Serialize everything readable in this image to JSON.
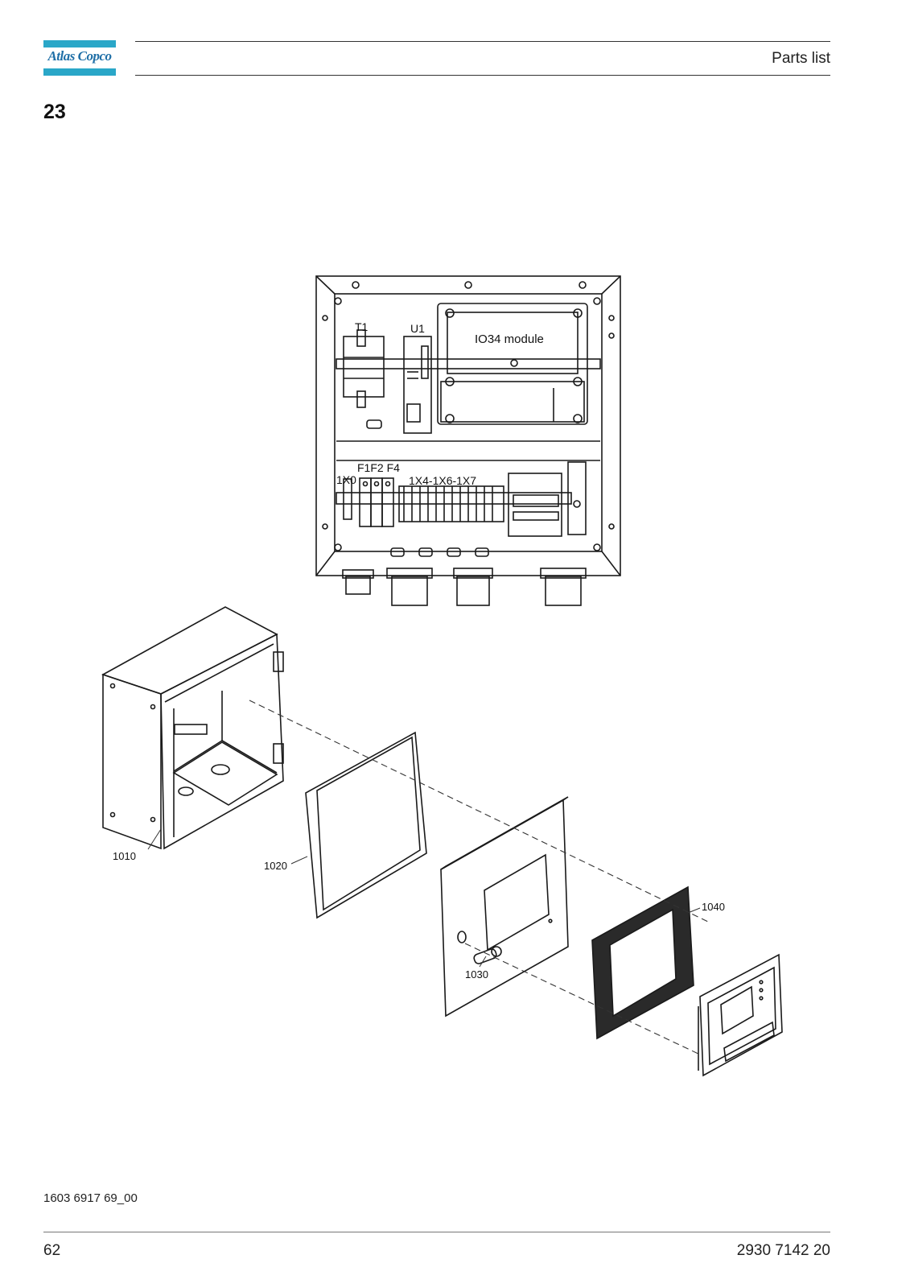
{
  "brand": {
    "logo_text": "Atlas Copco",
    "accent": "#2aa7c8",
    "logo_text_color": "#1f6fa7"
  },
  "header": {
    "title": "Parts list"
  },
  "section": {
    "number": "23"
  },
  "panel_labels": {
    "t1": "T1",
    "u1": "U1",
    "module": "IO34 module",
    "x0": "1X0",
    "fuses": "F1F2 F4",
    "terminals": "1X4-1X6-1X7"
  },
  "callouts": {
    "c1010": "1010",
    "c1020": "1020",
    "c1030": "1030",
    "c1040": "1040"
  },
  "drawing_code": "1603 6917 69_00",
  "footer": {
    "page": "62",
    "doc_number": "2930 7142 20"
  }
}
